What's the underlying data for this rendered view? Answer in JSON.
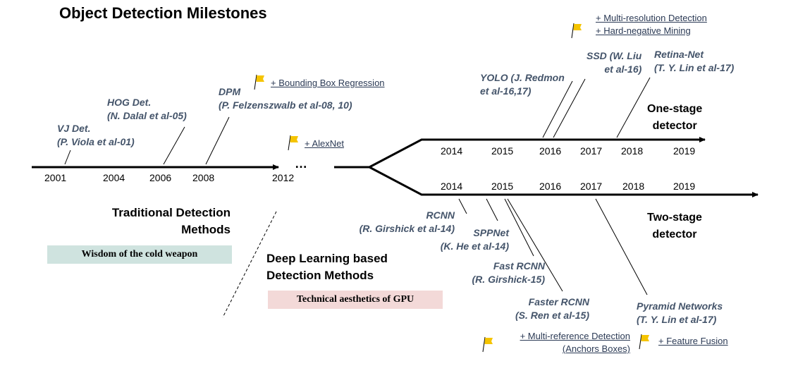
{
  "title": "Object Detection Milestones",
  "timeline": {
    "years": [
      "2001",
      "2004",
      "2006",
      "2008",
      "2012"
    ],
    "ellipsis": "…"
  },
  "one_stage": {
    "label_line1": "One-stage",
    "label_line2": "detector",
    "years": [
      "2014",
      "2015",
      "2016",
      "2017",
      "2018",
      "2019"
    ]
  },
  "two_stage": {
    "label_line1": "Two-stage",
    "label_line2": "detector",
    "years": [
      "2014",
      "2015",
      "2016",
      "2017",
      "2018",
      "2019"
    ]
  },
  "detectors": {
    "vj": [
      "VJ Det.",
      "(P. Viola et al-01)"
    ],
    "hog": [
      "HOG Det.",
      "(N. Dalal et al-05)"
    ],
    "dpm": [
      "DPM",
      "(P. Felzenszwalb et al-08, 10)"
    ],
    "yolo": [
      "YOLO (J. Redmon",
      "et al-16,17)"
    ],
    "ssd": [
      "SSD (W. Liu",
      "et al-16)"
    ],
    "retina": [
      "Retina-Net",
      "(T. Y. Lin et al-17)"
    ],
    "rcnn": [
      "RCNN",
      "(R. Girshick et al-14)"
    ],
    "spp": [
      "SPPNet",
      "(K. He et al-14)"
    ],
    "fast": [
      "Fast RCNN",
      "(R. Girshick-15)"
    ],
    "faster": [
      "Faster RCNN",
      "(S. Ren et al-15)"
    ],
    "fpn": [
      "Pyramid Networks",
      "(T. Y. Lin et al-17)"
    ]
  },
  "milestones": {
    "bbox": "+ Bounding Box Regression",
    "alexnet": "+ AlexNet",
    "multires": "+ Multi-resolution Detection",
    "hardneg": "+ Hard-negative Mining",
    "multiref": "+ Multi-reference Detection",
    "anchors": "(Anchors Boxes)",
    "fusion": "+ Feature Fusion"
  },
  "sections": {
    "traditional_line1": "Traditional Detection",
    "traditional_line2": "Methods",
    "traditional_badge": "Wisdom of the cold weapon",
    "deep_line1": "Deep Learning based",
    "deep_line2": "Detection Methods",
    "deep_badge": "Technical aesthetics of GPU"
  },
  "colors": {
    "detector_text": "#44546a",
    "flag": "#f5c400",
    "traditional_badge_bg": "#cfe3df",
    "deep_badge_bg": "#f3d9d8"
  }
}
